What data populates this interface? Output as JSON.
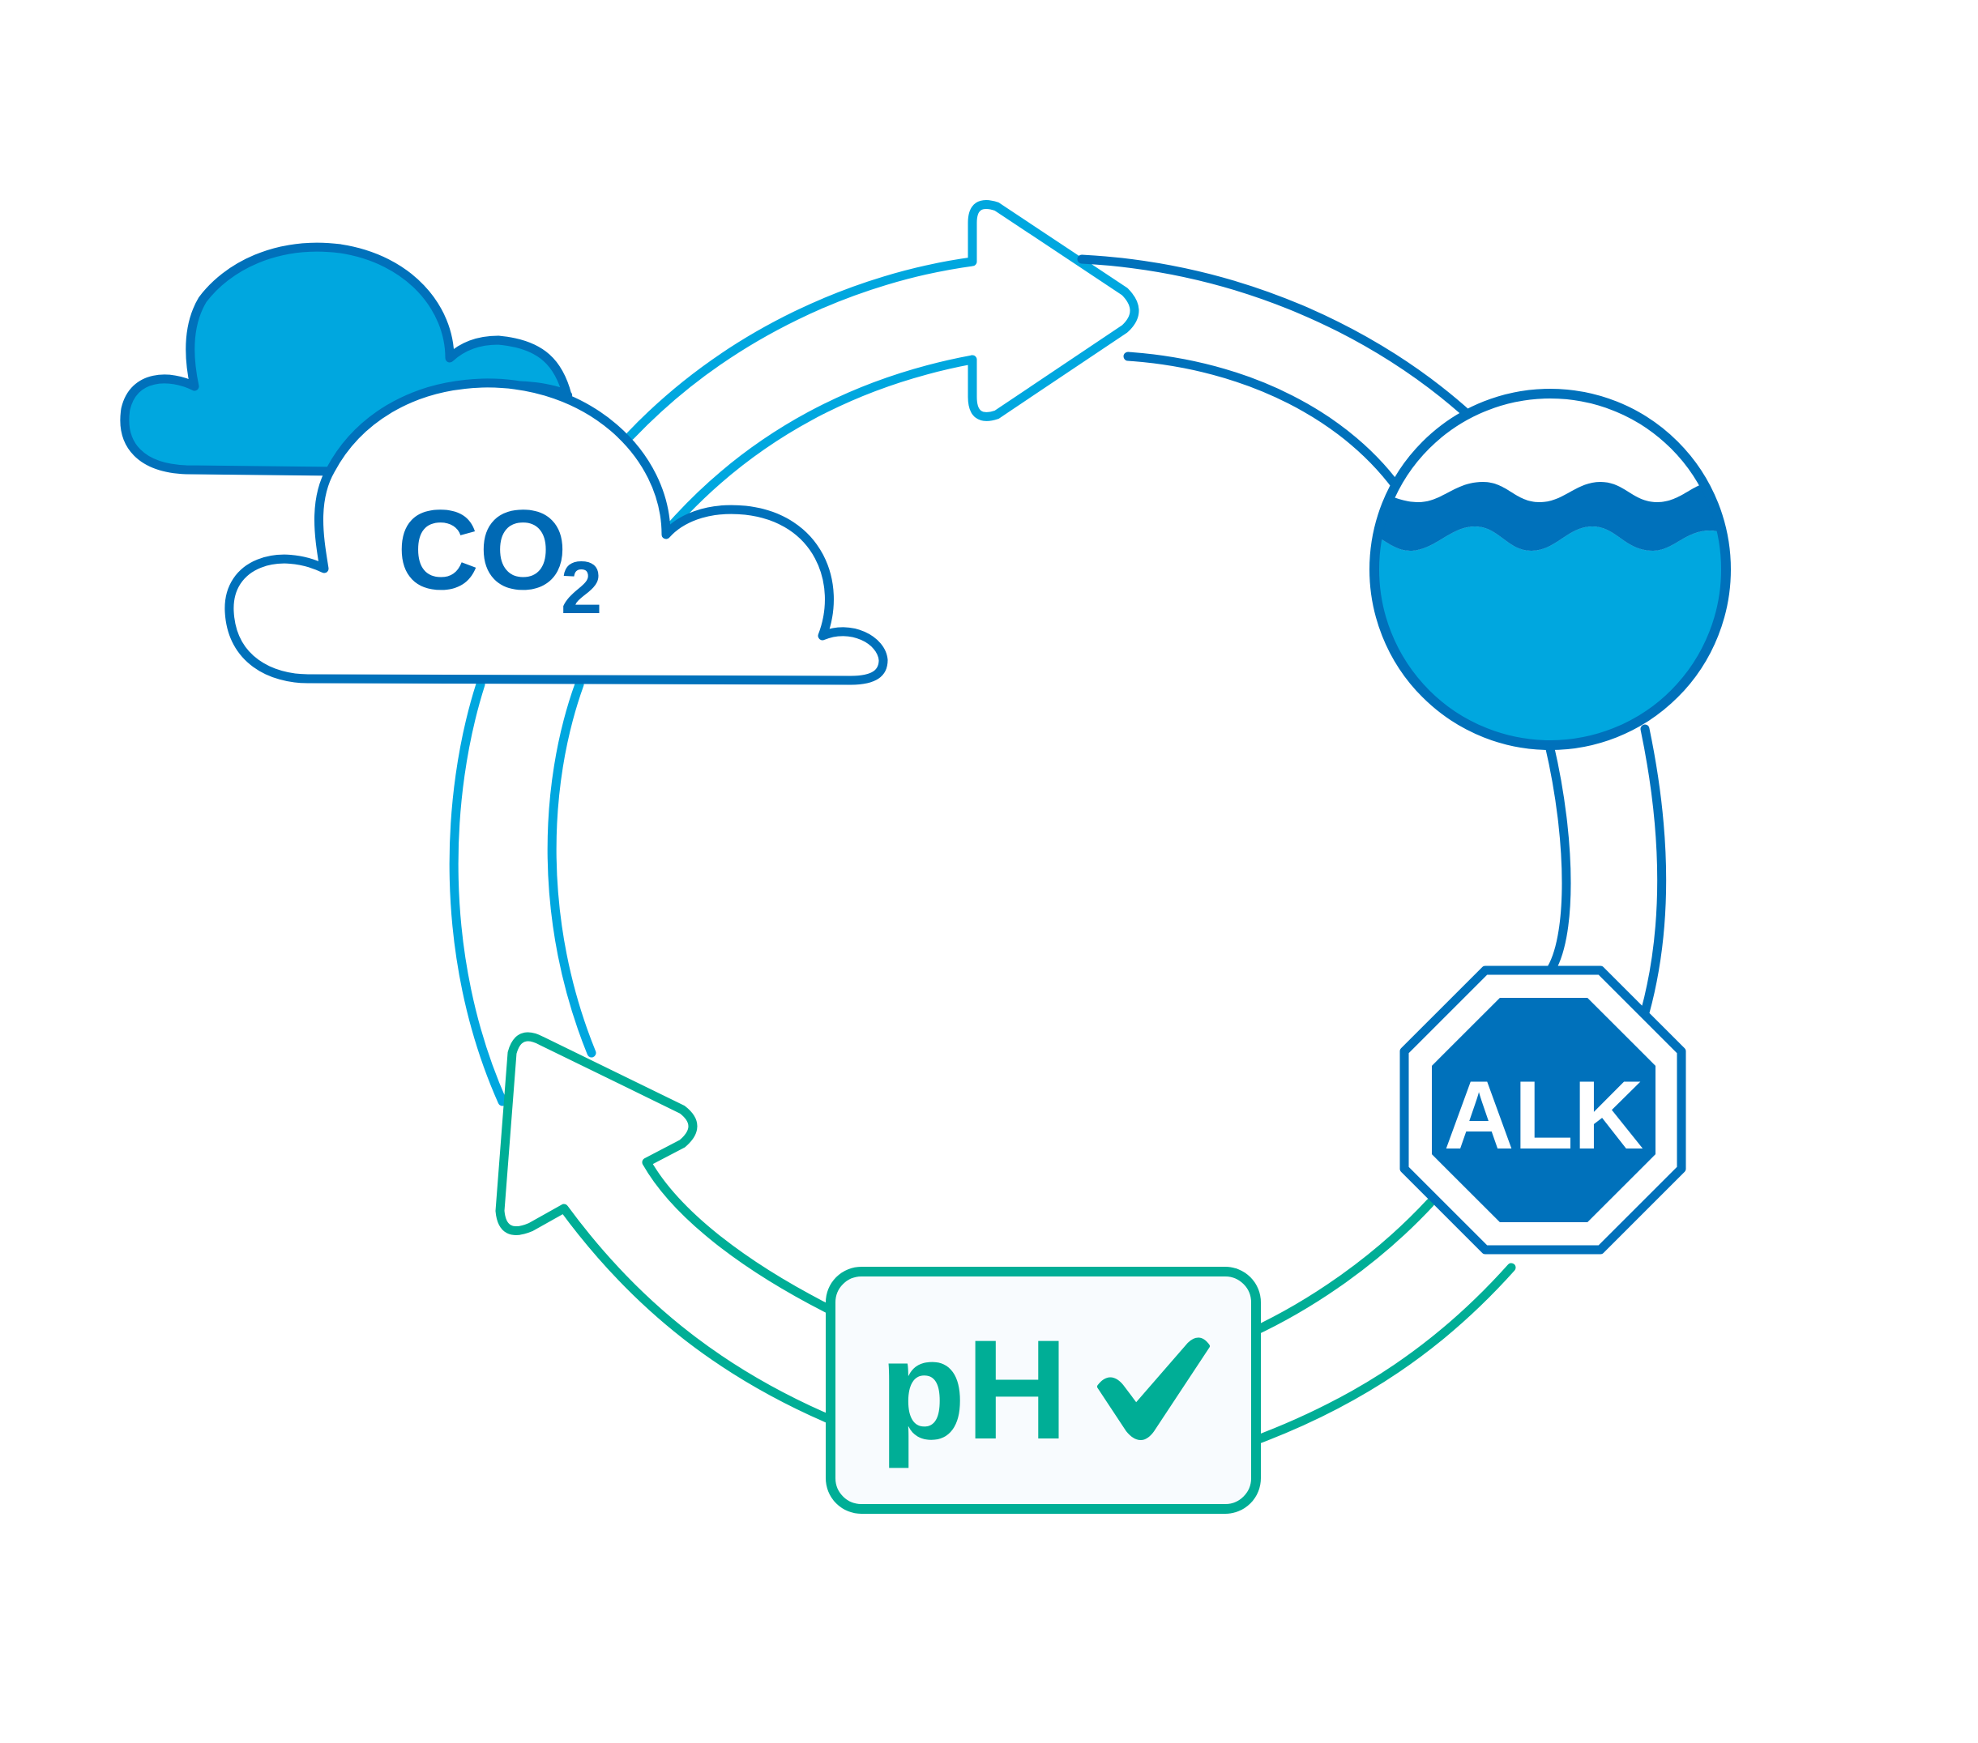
{
  "diagram": {
    "labels": {
      "co2_main": "CO",
      "co2_sub": "2",
      "alk": "ALK",
      "ph": "pH"
    },
    "icons": {
      "cloud_back": "cloud-icon",
      "cloud_front": "cloud-icon",
      "water": "ocean-wave-icon",
      "alk_badge": "octagon-badge-icon",
      "check": "checkmark-icon"
    },
    "colors": {
      "light_blue": "#00a7df",
      "mid_blue": "#0071bb",
      "dark_blue": "#0069b4",
      "teal": "#00ae96",
      "white": "#ffffff",
      "label_bg": "#f8fbfe"
    }
  }
}
